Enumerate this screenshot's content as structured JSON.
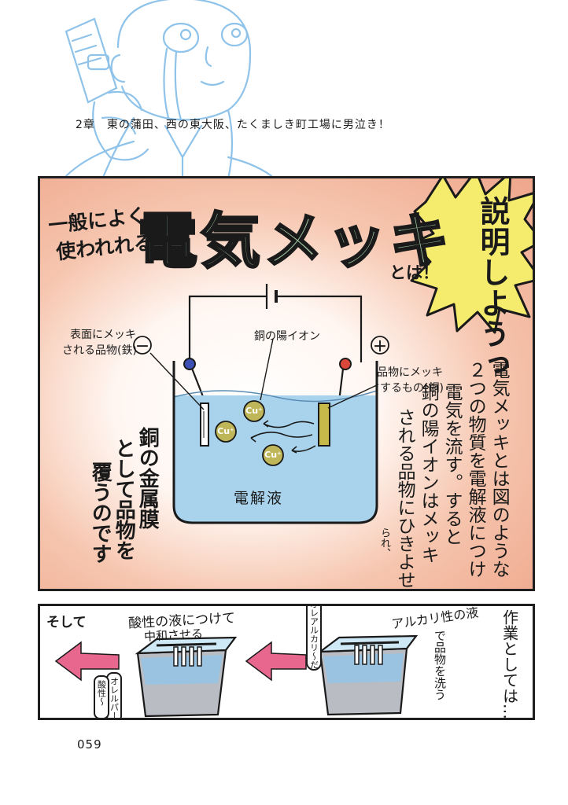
{
  "header": {
    "chapter_title": "2章　東の蒲田、西の東大阪、たくましき町工場に男泣き！"
  },
  "main_panel": {
    "title_prefix_line1": "一般によく",
    "title_prefix_line2": "使われれる",
    "title_main": "電気メッキ",
    "title_suffix": "とは！",
    "burst_text": "説明しようっ",
    "minus_sign": "－",
    "plus_sign": "＋",
    "label_plated_line1": "表面にメッキ",
    "label_plated_line2": "される品物(鉄)",
    "label_plating_line1": "品物にメッキ",
    "label_plating_line2": "するもの(銅)",
    "label_copper_ion": "銅の陽イオン",
    "ion_text": "Cu⁺",
    "electrolyte": "電解液",
    "explanation": [
      "電気メッキとは図のような",
      "２つの物質を電解液につけ",
      "電気を流す。すると",
      "銅の陽イオンはメッキ",
      "される品物にひきよせ"
    ],
    "explanation_end": "られ、",
    "copper_note": [
      "銅の金属膜",
      "として品物を",
      "覆うのです"
    ]
  },
  "sub_panel": {
    "soshite": "そして",
    "acid_caption_line1": "酸性の液につけて",
    "acid_caption_line2": "中和させる",
    "alkali_caption": "アルカリ性の液",
    "wash_caption": "で品物を洗う",
    "work_caption": "作業としては…",
    "alkali_bubble": "オレアルカリ〜だ",
    "acid_bubble_line1": "オレルパー〜ン",
    "acid_bubble_line2": "酸性〜"
  },
  "footer": {
    "page_number": "059"
  },
  "colors": {
    "panel_bg": "#f6c5ae",
    "title_green": "#9ec4a2",
    "burst_yellow": "#f5ec6e",
    "electrolyte_blue": "#a9d3ec",
    "ion_olive": "#bfb65a",
    "arrow_pink": "#e8678f",
    "sketch_blue": "#8fc3ea",
    "terminal_blue": "#3b4fb5",
    "terminal_red": "#d9473b"
  }
}
